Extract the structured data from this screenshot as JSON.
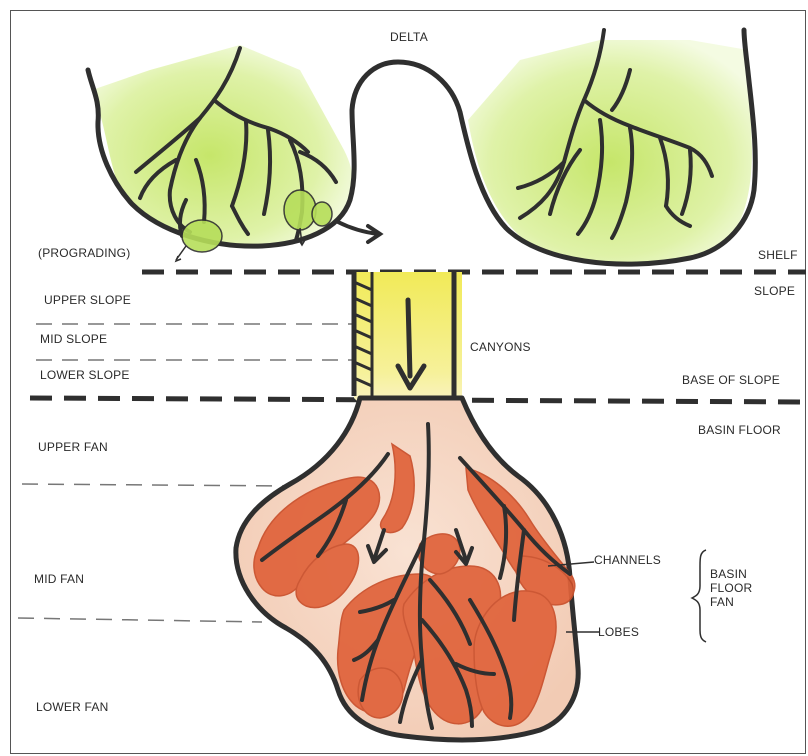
{
  "labels": {
    "delta": "DELTA",
    "prograding": "(PROGRADING)",
    "shelf": "SHELF",
    "slope": "SLOPE",
    "upper_slope": "UPPER SLOPE",
    "mid_slope": "MID SLOPE",
    "lower_slope": "LOWER SLOPE",
    "canyons": "CANYONS",
    "base_of_slope": "BASE OF SLOPE",
    "basin_floor": "BASIN FLOOR",
    "upper_fan": "UPPER FAN",
    "mid_fan": "MID FAN",
    "lower_fan": "LOWER FAN",
    "channels": "CHANNELS",
    "lobes": "LOBES",
    "basin_floor_fan": [
      "BASIN",
      "FLOOR",
      "FAN"
    ]
  },
  "colors": {
    "delta_fill": "#d4ee8c",
    "canyon_fill": "#f2ec6a",
    "fan_fill": "#f6d6c4",
    "lobe_fill": "#e0623a",
    "ink": "#2f2f2f"
  }
}
